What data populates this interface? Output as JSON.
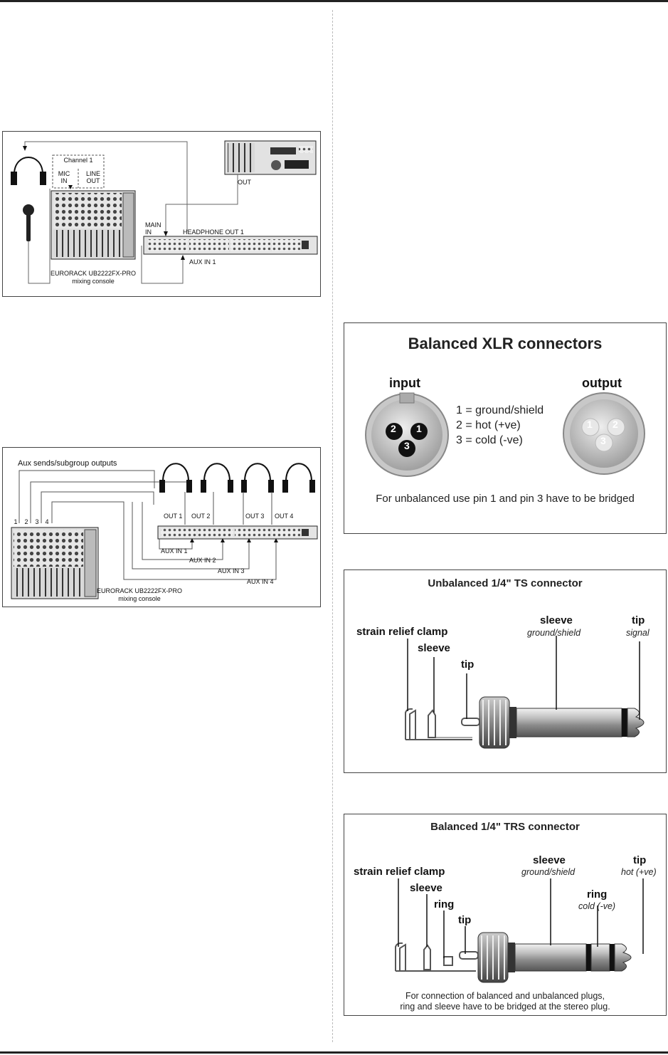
{
  "figure1": {
    "channel_label": "Channel 1",
    "mic_in_label": "MIC\nIN",
    "line_out_label": "LINE\nOUT",
    "recorder_out_label": "OUT",
    "main_in_label": "MAIN\nIN",
    "headphone_out_label": "HEADPHONE OUT 1",
    "aux_in_label": "AUX IN 1",
    "console_caption": "EURORACK UB2222FX-PRO\nmixing console"
  },
  "figure2": {
    "title": "Aux sends/subgroup outputs",
    "send_numbers": [
      "1",
      "2",
      "3",
      "4"
    ],
    "out_labels": [
      "OUT 1",
      "OUT 2",
      "OUT 3",
      "OUT 4"
    ],
    "aux_labels": [
      "AUX IN 1",
      "AUX IN 2",
      "AUX IN 3",
      "AUX IN 4"
    ],
    "console_caption": "EURORACK UB2222FX-PRO\nmixing console"
  },
  "xlr": {
    "title": "Balanced XLR connectors",
    "input_label": "input",
    "output_label": "output",
    "input_pins": [
      "2",
      "1",
      "3"
    ],
    "output_pins": [
      "1",
      "2",
      "3"
    ],
    "legend": [
      "1 = ground/shield",
      "2 = hot (+ve)",
      "3 = cold (-ve)"
    ],
    "note": "For unbalanced use pin 1 and pin 3 have to be bridged"
  },
  "ts": {
    "title": "Unbalanced 1/4\" TS connector",
    "strain_relief_label": "strain relief clamp",
    "inner_sleeve_label": "sleeve",
    "inner_tip_label": "tip",
    "sleeve_label": "sleeve",
    "sleeve_sub": "ground/shield",
    "tip_label": "tip",
    "tip_sub": "signal"
  },
  "trs": {
    "title": "Balanced 1/4\" TRS connector",
    "strain_relief_label": "strain relief clamp",
    "inner_sleeve_label": "sleeve",
    "inner_ring_label": "ring",
    "inner_tip_label": "tip",
    "sleeve_label": "sleeve",
    "sleeve_sub": "ground/shield",
    "ring_label": "ring",
    "ring_sub": "cold (-ve)",
    "tip_label": "tip",
    "tip_sub": "hot (+ve)",
    "note": "For connection of balanced and unbalanced plugs,\nring and sleeve have to be bridged at the stereo plug."
  }
}
